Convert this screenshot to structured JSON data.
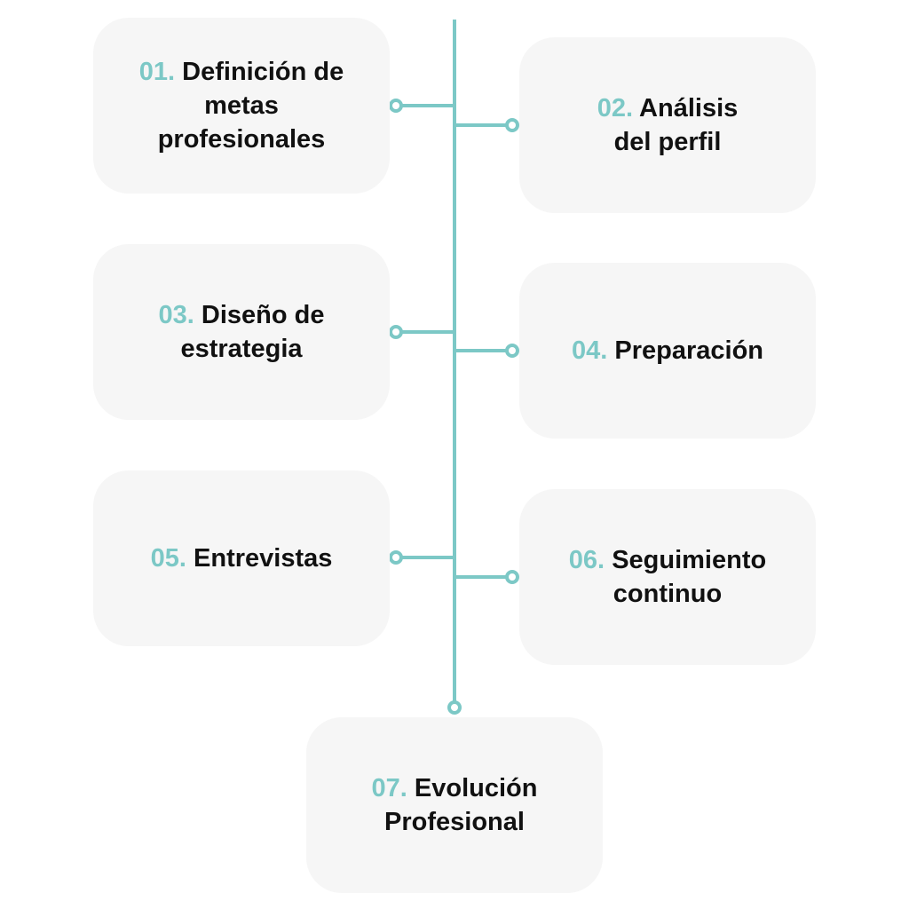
{
  "accent_color": "#7cc8c6",
  "steps": [
    {
      "num": "01.",
      "label": "Definición de metas profesionales"
    },
    {
      "num": "02.",
      "label": "Análisis del perfil"
    },
    {
      "num": "03.",
      "label": "Diseño de estrategia"
    },
    {
      "num": "04.",
      "label": "Preparación"
    },
    {
      "num": "05.",
      "label": "Entrevistas"
    },
    {
      "num": "06.",
      "label": "Seguimiento continuo"
    },
    {
      "num": "07.",
      "label": "Evolución Profesional"
    }
  ]
}
